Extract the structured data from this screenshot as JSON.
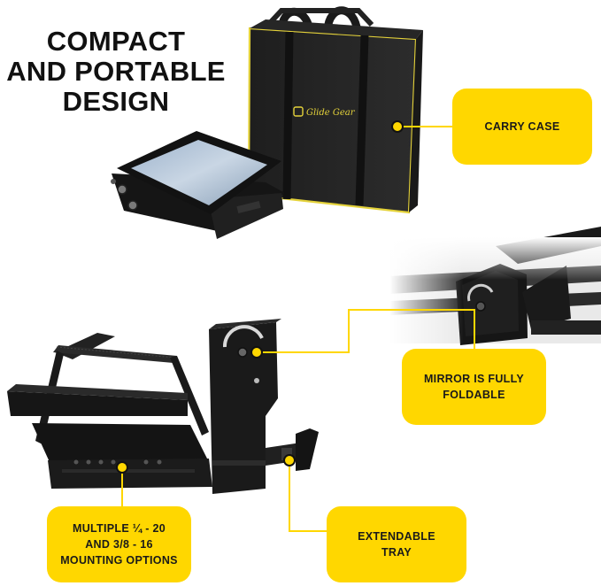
{
  "headline": {
    "line1": "COMPACT",
    "line2": "AND PORTABLE",
    "line3": "DESIGN"
  },
  "brand": "Glide Gear",
  "callouts": {
    "carry_case": {
      "line1": "CARRY CASE"
    },
    "mirror": {
      "line1": "MIRROR IS FULLY",
      "line2": "FOLDABLE"
    },
    "mounting": {
      "line1": "MULTIPLE ¼ - 20",
      "line2": "AND 3/8 - 16",
      "line3": "MOUNTING OPTIONS"
    },
    "tray": {
      "line1": "EXTENDABLE",
      "line2": "TRAY"
    }
  },
  "colors": {
    "accent_yellow": "#ffd700",
    "product_black": "#1c1c1c",
    "case_trim": "#e4d23a"
  }
}
